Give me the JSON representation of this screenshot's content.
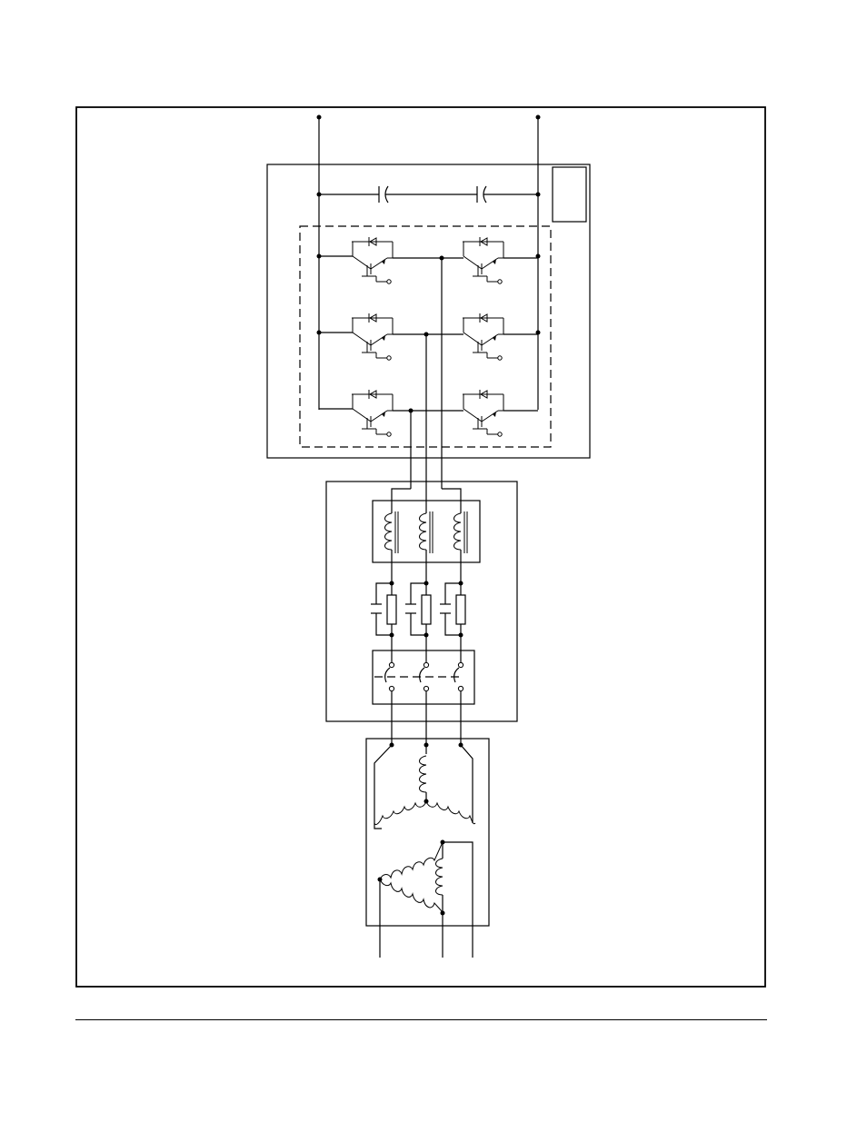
{
  "figure": {
    "description_visible_text": [],
    "line_color": "#000000",
    "background_color": "#ffffff",
    "components": {
      "dc_link_terminals": 2,
      "dc_link_capacitors": 2,
      "igbt_switches": 6,
      "output_reactors": 3,
      "rc_filters": 3,
      "disconnect_switch_poles": 3,
      "motor_wye_windings": 3,
      "motor_delta_windings": 3,
      "motor_output_leads": 3
    }
  }
}
